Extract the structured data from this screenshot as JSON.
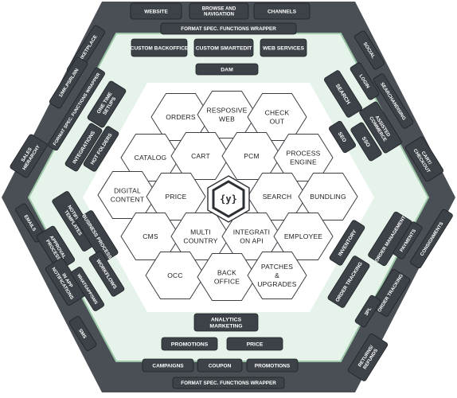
{
  "outer_ring": {
    "top": [
      "WEBSITE",
      "BROWSE AND NAVIGATION",
      "CHANNELS"
    ],
    "top_wrapper": "FORMAT SPEC. FUNCTIONS WRAPPER",
    "upper_left": [
      "MARKETPLACE",
      "1/MK.PSRL/IIN",
      "FORMAT SPEC. FUNCTIONS WRAPPER",
      "SALES HIERARCHY"
    ],
    "upper_right": [
      "SOCIAL",
      "LOGIN",
      "SEARCHANDISING",
      "ASSISTED COMMERCE",
      "CART/ CHECKOUT"
    ],
    "lower_left": [
      "EMAILS",
      "APPROVAL PROCESS",
      "IN APP NOTIFICATIONS",
      "SMS",
      "WHATSAPP/SMS"
    ],
    "lower_right": [
      "ORDER MANAGEMENT",
      "PAYMENTS",
      "CONSIGNMENTS",
      "ORDER TRACKING",
      "3PL",
      "RETURNS/ REFUNDS"
    ],
    "bottom": [
      "CAMPAIGNS",
      "COUPON",
      "PROMOTIONS"
    ],
    "bottom_wrapper": "FORMAT SPEC. FUNCTIONS WRAPPER"
  },
  "middle_ring": {
    "top": [
      "CUSTOM BACKOFFICE",
      "CUSTOM SMARTEDIT",
      "WEB SERVICES"
    ],
    "dam": "DAM",
    "upper_left": [
      "ONE TIME SETUPS",
      "INTEGRATIONS",
      "HOT FOLDERS"
    ],
    "upper_right": [
      "SEARCH",
      "SEO",
      "SSO"
    ],
    "lower_left": [
      "NOTIFICATION TEMPLATES",
      "BUSINESS PROCESS",
      "WORKFLOWS"
    ],
    "lower_right": [
      "INVENTORY",
      "ORDER TRACKING"
    ],
    "bottom": [
      "ANALYTICS MARKETING",
      "PROMOTIONS",
      "PRICE"
    ]
  },
  "core_hexes": [
    "ORDERS",
    "RESPOSIVE WEB",
    "CHECK OUT",
    "CATALOG",
    "CART",
    "PCM",
    "PROCESS ENGINE",
    "DIGITAL CONTENT",
    "PRICE",
    "SEARCH",
    "BUNDLING",
    "CMS",
    "MULTI COUNTRY",
    "INTEGRATI ON API",
    "EMPLOYEE",
    "OCC",
    "BACK OFFICE",
    "PATCHES & UPGRADES"
  ],
  "center_logo": "{y}",
  "colors": {
    "outer": "#4a4f55",
    "middle_fill": "#e6f3ea",
    "middle_border": "#9bc7a7",
    "pill": "#3d4248",
    "pill_border": "#1f2226",
    "hex_fill": "#ffffff",
    "hex_stroke": "#3b3f44"
  }
}
